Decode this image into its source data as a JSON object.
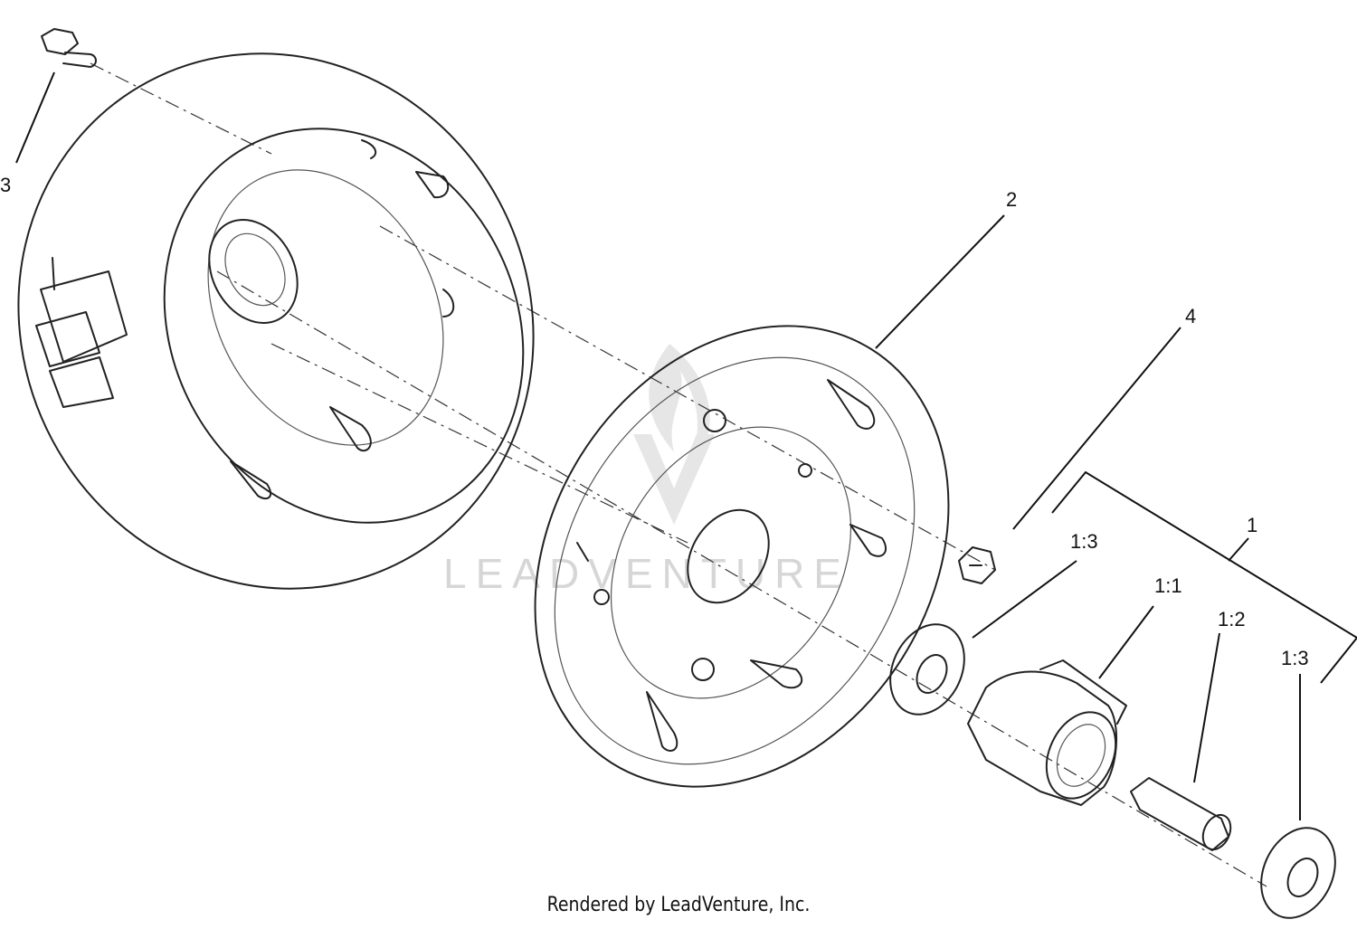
{
  "callouts": {
    "c1": "1",
    "c2": "2",
    "c3": "3",
    "c4": "4",
    "c1_1": "1:1",
    "c1_2": "1:2",
    "c1_3a": "1:3",
    "c1_3b": "1:3"
  },
  "watermark": "LEADVENTURE",
  "footer": "Rendered by LeadVenture, Inc."
}
